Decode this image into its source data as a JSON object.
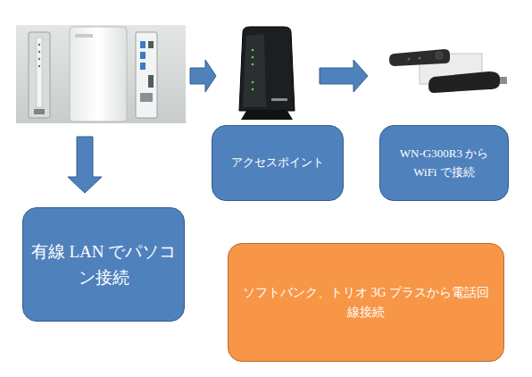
{
  "diagram": {
    "nodes": [
      {
        "text": [
          "アクセスポイント"
        ]
      },
      {
        "text": [
          "WN-G300R3 から WiFi で接続"
        ]
      },
      {
        "text": [
          "有線 LAN でパソコ ン接続"
        ]
      },
      {
        "text": [
          "ソフトバンク、トリオ 3G プラスから電話回 線接続"
        ]
      }
    ]
  }
}
